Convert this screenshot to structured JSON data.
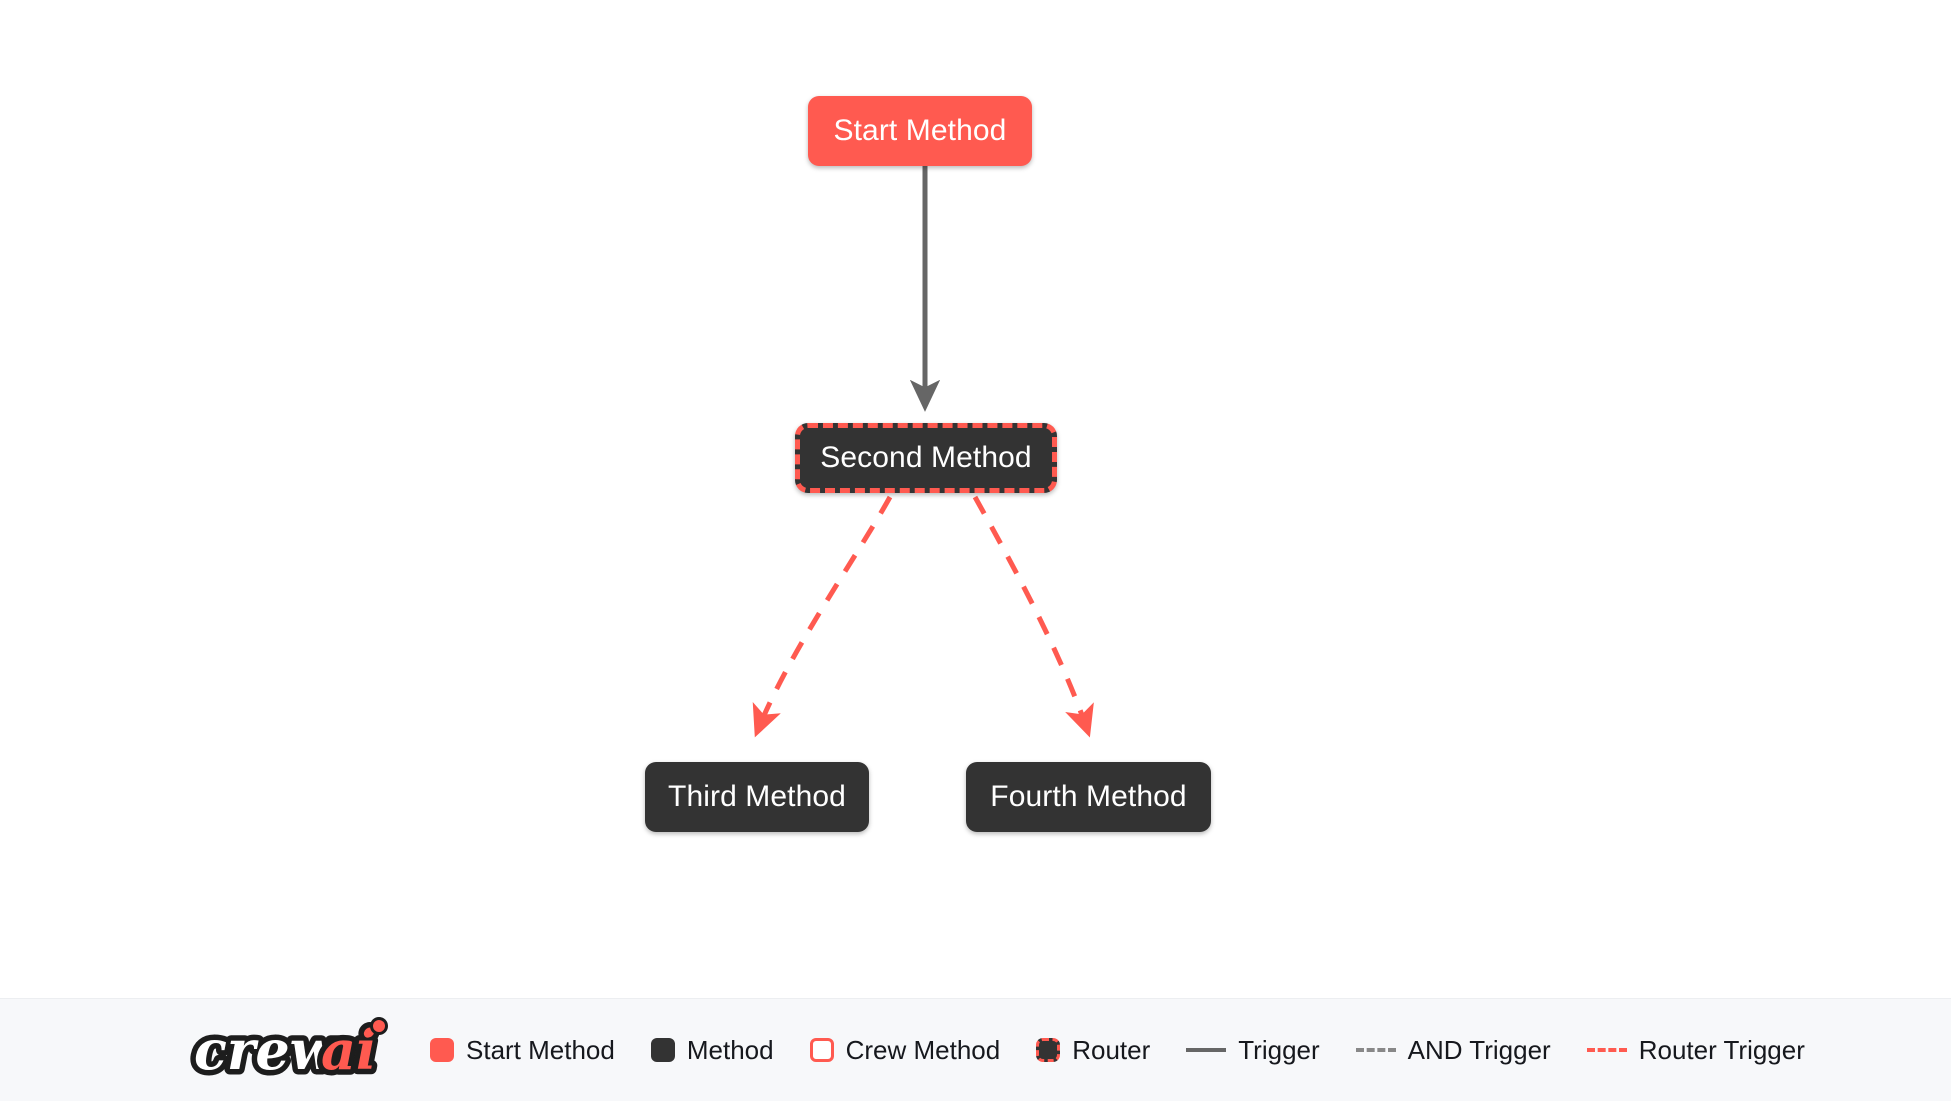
{
  "colors": {
    "accent_red": "#ff5a50",
    "method_dark": "#333333",
    "trigger_gray": "#666666",
    "and_trigger_gray": "#888888",
    "canvas_bg": "#ffffff",
    "legend_bg": "#f7f8fa"
  },
  "flow": {
    "nodes": [
      {
        "id": "start",
        "label": "Start Method",
        "type": "start-method"
      },
      {
        "id": "second",
        "label": "Second Method",
        "type": "router"
      },
      {
        "id": "third",
        "label": "Third Method",
        "type": "method"
      },
      {
        "id": "fourth",
        "label": "Fourth Method",
        "type": "method"
      }
    ],
    "edges": [
      {
        "from": "start",
        "to": "third_party_placeholder_none",
        "to_node": "second",
        "style": "trigger",
        "color": "#666666"
      },
      {
        "from": "second",
        "to_node": "third",
        "style": "router-trigger",
        "color": "#ff5a50"
      },
      {
        "from": "second",
        "to_node": "fourth",
        "style": "router-trigger",
        "color": "#ff5a50"
      }
    ]
  },
  "legend": {
    "logo": {
      "text_primary": "crew",
      "text_accent": "ai"
    },
    "items": [
      {
        "kind": "swatch",
        "variant": "start",
        "label": "Start Method"
      },
      {
        "kind": "swatch",
        "variant": "method",
        "label": "Method"
      },
      {
        "kind": "swatch",
        "variant": "crew",
        "label": "Crew Method"
      },
      {
        "kind": "swatch",
        "variant": "router",
        "label": "Router"
      },
      {
        "kind": "line",
        "variant": "trigger",
        "label": "Trigger"
      },
      {
        "kind": "line",
        "variant": "and-trigger",
        "label": "AND Trigger"
      },
      {
        "kind": "line",
        "variant": "router",
        "label": "Router Trigger"
      }
    ]
  }
}
